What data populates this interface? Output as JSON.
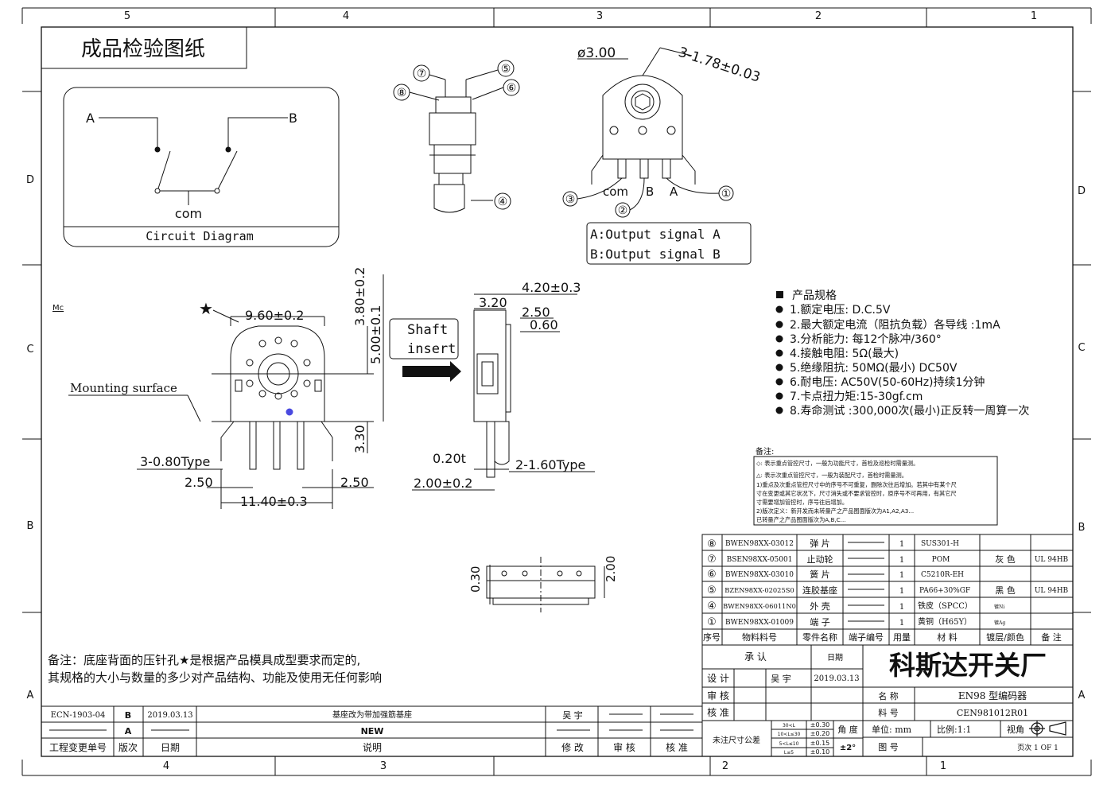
{
  "frame": {
    "top_cols": [
      "5",
      "4",
      "3",
      "2",
      "1"
    ],
    "bottom_cols": [
      "4",
      "3",
      "2",
      "1"
    ],
    "left_rows": [
      "D",
      "C",
      "B",
      "A"
    ],
    "right_rows": [
      "D",
      "C",
      "B",
      "A"
    ]
  },
  "title_box": "成品检验图纸",
  "circuit": {
    "label_a": "A",
    "label_b": "B",
    "label_com": "com",
    "caption": "Circuit Diagram"
  },
  "side_view": {
    "balloons": [
      "⑦",
      "⑧",
      "⑤",
      "⑥",
      "④"
    ]
  },
  "front_view": {
    "dim_dia": "ø3.00",
    "dim_holes": "3-1.78±0.03",
    "pin_com": "com",
    "pin_b": "B",
    "pin_a": "A",
    "balloons": [
      "③",
      "②",
      "①"
    ]
  },
  "legend": {
    "line1": "A:Output signal A",
    "line2": "B:Output signal B"
  },
  "main_view": {
    "mark": "Mc",
    "star": "★",
    "dim_width": "9.60±0.2",
    "dim_h1": "3.80±0.2",
    "dim_h2": "5.00±0.1",
    "dim_h3": "3.30",
    "mounting": "Mounting surface",
    "pin_type": "3-0.80Type",
    "dim_left": "2.50",
    "dim_right": "2.50",
    "dim_total": "11.40±0.3"
  },
  "shaft": {
    "line1": "Shaft",
    "line2": "insert"
  },
  "side_dims": {
    "d1": "4.20±0.3",
    "d2": "3.20",
    "d3": "2.50",
    "d4": "0.60",
    "d5": "0.20t",
    "d6": "2-1.60Type",
    "d7": "2.00±0.2"
  },
  "bottom_view": {
    "d1": "0.30",
    "d2": "2.00"
  },
  "specs": {
    "heading": "产品规格",
    "items": [
      "1.额定电压:  D.C.5V",
      "2.最大额定电流（阻抗负载）各导线 :1mA",
      "3.分析能力:  每12个脉冲/360°",
      "4.接触电阻:  5Ω(最大)",
      "5.绝缘阻抗:  50MΩ(最小) DC50V",
      "6.耐电压:  AC50V(50-60Hz)持续1分钟",
      "7.卡点扭力矩:15-30gf.cm",
      "8.寿命测试 :300,000次(最小)正反转一周算一次"
    ]
  },
  "notes": {
    "title": "备注:",
    "lines": [
      "◇: 表示重点管控尺寸，一般为功能尺寸，首检及巡检时需量测。",
      "△: 表示次重点管控尺寸，一般为装配尺寸，首检时需量测。",
      "1)重点及次重点管控尺寸中的序号不可重复，删除次往后增加。若其中有某个尺",
      "寸在变更或其它状况下，尺寸消失或不要求管控时，原序号不可再用，有其它尺",
      "寸需要增加管控时，序号往后增加。",
      "2)版次定义：新开发而未转量产之产品图面版次为A1,A2,A3...",
      "已转量产之产品图面版次为A,B,C..."
    ]
  },
  "bom": {
    "rows": [
      [
        "⑧",
        "BWEN98XX-03012",
        "弹 片",
        "",
        "1",
        "SUS301-H",
        "",
        ""
      ],
      [
        "⑦",
        "BSEN98XX-05001",
        "止动轮",
        "",
        "1",
        "POM",
        "灰 色",
        "UL 94HB"
      ],
      [
        "⑥",
        "BWEN98XX-03010",
        "簧 片",
        "",
        "1",
        "C5210R-EH",
        "",
        ""
      ],
      [
        "⑤",
        "BZEN98XX-02025S0",
        "连胶基座",
        "",
        "1",
        "PA66+30%GF",
        "黑 色",
        "UL 94HB"
      ],
      [
        "④",
        "BWEN98XX-06011N0",
        "外 壳",
        "",
        "1",
        "铁皮（SPCC）",
        "镀Ni",
        ""
      ],
      [
        "①",
        "BWEN98XX-01009",
        "端 子",
        "",
        "1",
        "黄铜（H65Y）",
        "镀Ag",
        ""
      ]
    ],
    "header": [
      "序号",
      "物料料号",
      "零件名称",
      "端子编号",
      "用量",
      "材  料",
      "镀层/颜色",
      "备  注"
    ]
  },
  "remark": {
    "line1": "备注：底座背面的压针孔★是根据产品模具成型要求而定的,",
    "line2": "其规格的大小与数量的多少对产品结构、功能及使用无任何影响"
  },
  "title_block": {
    "approve": "承     认",
    "date_label": "日期",
    "company": "科斯达开关厂",
    "design": "设  计",
    "designer": "吴 宇",
    "design_date": "2019.03.13",
    "check": "审  核",
    "ratify": "核  准",
    "name_label": "名    称",
    "name_value": "EN98    型编码器",
    "part_label": "料    号",
    "part_value": "CEN981012R01",
    "tol_label": "未注尺寸公差",
    "tol_ranges": [
      "30<L",
      "10<L≤30",
      "5<L≤10",
      "L≤5"
    ],
    "tol_values": [
      "±0.30",
      "±0.20",
      "±0.15",
      "±0.10"
    ],
    "angle_label": "角 度",
    "angle_value": "±2°",
    "unit": "单位: mm",
    "scale": "比例:1:1",
    "view": "视角",
    "drawing_label": "图    号",
    "page": "页次 1 OF 1"
  },
  "revisions": {
    "row_b": [
      "ECN-1903-04",
      "B",
      "2019.03.13",
      "基座改为带加强筋基座",
      "吴 宇",
      "",
      ""
    ],
    "row_a": [
      "",
      "A",
      "",
      "NEW",
      "",
      "",
      ""
    ],
    "header": [
      "工程变更单号",
      "版次",
      "日期",
      "说明",
      "修  改",
      "审  核",
      "核  准"
    ]
  }
}
